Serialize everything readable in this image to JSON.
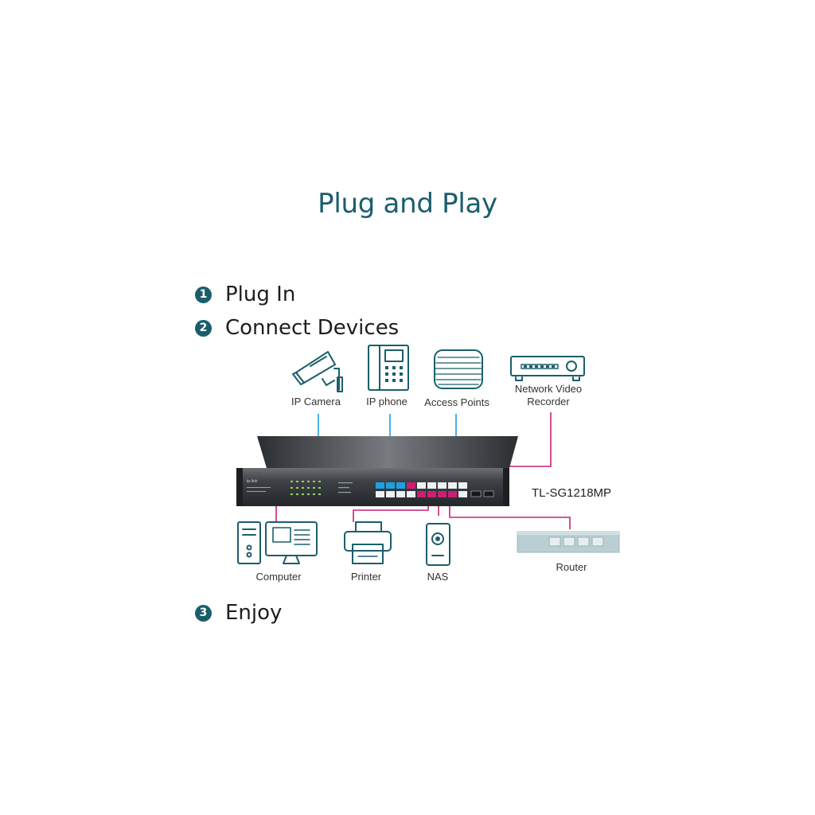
{
  "title": "Plug and Play",
  "steps": [
    {
      "number": "1",
      "label": "Plug In"
    },
    {
      "number": "2",
      "label": "Connect Devices"
    },
    {
      "number": "3",
      "label": "Enjoy"
    }
  ],
  "model": "TL-SG1218MP",
  "devices_top": {
    "ip_camera": "IP Camera",
    "ip_phone": "IP phone",
    "access_points": "Access Points",
    "nvr_line1": "Network Video",
    "nvr_line2": "Recorder"
  },
  "devices_bottom": {
    "computer": "Computer",
    "printer": "Printer",
    "nas": "NAS",
    "router": "Router"
  },
  "colors": {
    "teal": "#1b5e6b",
    "poe_line": "#1ea0e0",
    "data_line": "#cc1e76",
    "icon": "#1b5e6b",
    "router": "#a9c3c8"
  }
}
